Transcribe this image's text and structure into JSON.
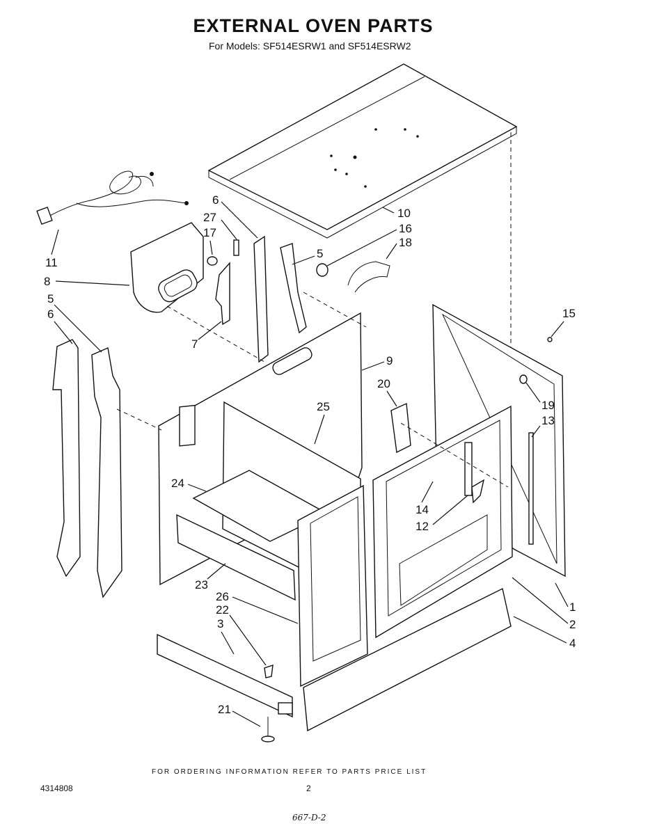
{
  "header": {
    "title": "EXTERNAL OVEN PARTS",
    "subtitle": "For Models: SF514ESRW1 and SF514ESRW2"
  },
  "callouts": [
    "1",
    "2",
    "3",
    "4",
    "5",
    "5",
    "6",
    "6",
    "7",
    "8",
    "9",
    "10",
    "11",
    "12",
    "13",
    "14",
    "15",
    "16",
    "17",
    "18",
    "19",
    "20",
    "21",
    "22",
    "23",
    "24",
    "25",
    "26",
    "27"
  ],
  "footer": {
    "ordering_note": "FOR ORDERING INFORMATION REFER TO PARTS PRICE LIST",
    "part_number": "4314808",
    "page_number": "2",
    "handwritten_code": "667-D-2"
  }
}
